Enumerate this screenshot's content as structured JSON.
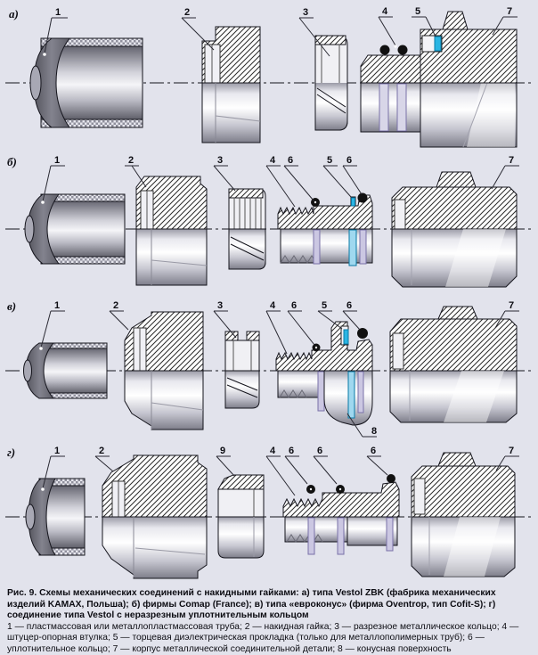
{
  "figure": {
    "caption": {
      "bold": "Рис. 9. Схемы механических соединений с накидными гайками: а) типа Vestol ZBK (фабрика механических изделий KAMAX, Польша); б) фирмы Comap (France); в) типа «евроконус» (фирма Oventrop, тип Cofit-S); г) соединение типа Vestol с неразрезным уплотнительным кольцом",
      "legend": "1 — пластмассовая или металлопластмассовая труба; 2 — накидная гайка; 3 — разрезное металлическое кольцо; 4 — штуцер-опорная втулка; 5 — торцевая диэлектрическая прокладка (только для металлополимерных труб); 6 — уплотнительное кольцо; 7 — корпус металлической соединительной детали; 8 — конусная поверхность"
    },
    "rows": [
      {
        "letter": "а)",
        "labels": [
          "а)",
          "1",
          "2",
          "3",
          "4",
          "5",
          "7"
        ]
      },
      {
        "letter": "б)",
        "labels": [
          "б)",
          "1",
          "2",
          "3",
          "4",
          "6",
          "5",
          "6",
          "7"
        ]
      },
      {
        "letter": "в)",
        "labels": [
          "в)",
          "1",
          "2",
          "3",
          "4",
          "6",
          "5",
          "6",
          "8",
          "7"
        ]
      },
      {
        "letter": "г)",
        "labels": [
          "г)",
          "1",
          "2",
          "9",
          "4",
          "6",
          "6",
          "6",
          "7"
        ]
      }
    ],
    "colors": {
      "background": "#e2e3ec",
      "gasket_cyan": "#2ab5e3",
      "oring_black": "#111111",
      "groove_purple": "#8d85b5",
      "hatch_line": "#2a2a2a"
    }
  }
}
